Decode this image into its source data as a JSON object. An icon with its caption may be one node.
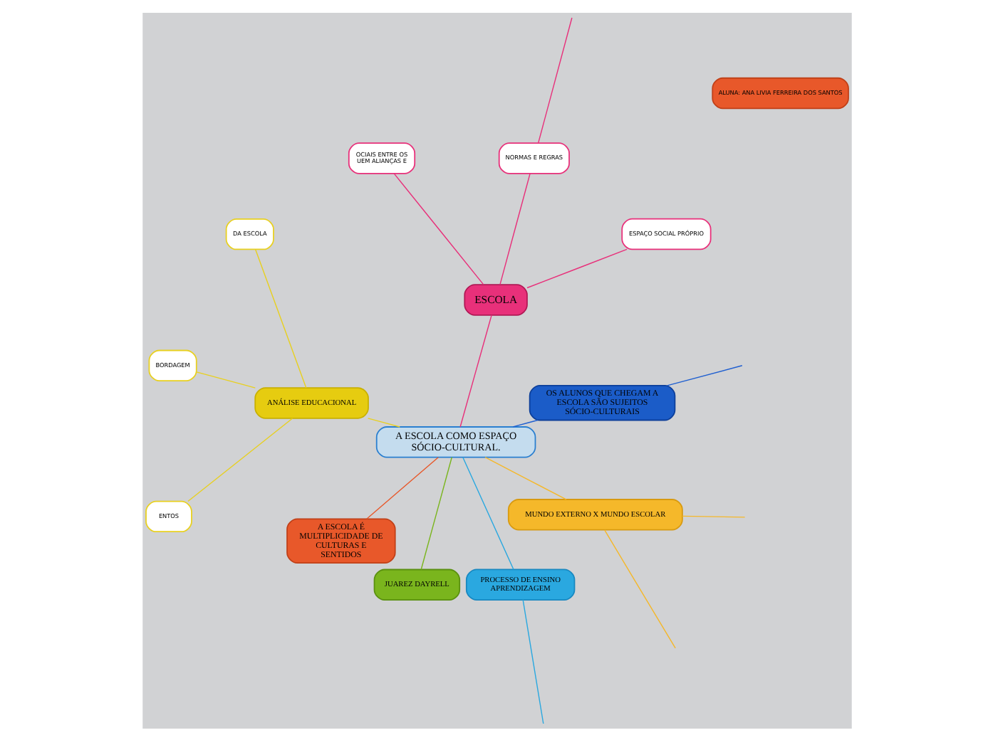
{
  "diagram": {
    "nodes": [
      {
        "text": [
          "A ESCOLA COMO ESPAÇO SÓCIO-CULTURAL."
        ]
      },
      {
        "text": [
          "OS ALUNOS QUE CHEGAM A ESCOLA SÃO SUJEITOS SÓCIO-CULTURAIS"
        ]
      },
      {
        "text": [
          "ESCOLA"
        ]
      },
      {
        "text": [
          "ESPAÇO SOCIAL PRÓPRIO"
        ]
      },
      {
        "text": [
          "NORMAS E REGRAS"
        ]
      },
      {
        "text": [
          "OCIAIS ENTRE OS UEM ALIANÇAS E"
        ]
      },
      {
        "text": [
          "ANÁLISE EDUCACIONAL"
        ]
      },
      {
        "text": [
          "DA ESCOLA"
        ]
      },
      {
        "text": [
          "BORDAGEM"
        ]
      },
      {
        "text": [
          "ENTOS"
        ]
      },
      {
        "text": [
          "A ESCOLA É MULTIPLICIDADE DE CULTURAS E SENTIDOS"
        ]
      },
      {
        "text": [
          "JUAREZ DAYRELL"
        ]
      },
      {
        "text": [
          "PROCESSO DE ENSINO APRENDIZAGEM"
        ]
      },
      {
        "text": [
          "ALUNA: ANA LIVIA FERREIRA DOS SANTOS"
        ]
      },
      {
        "text": [
          "MUNDO EXTERNO X MUNDO ESCOLAR"
        ]
      }
    ],
    "edges": [
      {
        "from": 0,
        "to": 1,
        "arrow": "none",
        "color": "#1f5fd0"
      },
      {
        "from": 1,
        "to": null,
        "arrow": "none",
        "color": "#1f5fd0"
      },
      {
        "from": 0,
        "to": 2,
        "arrow": "none",
        "color": "#e8307a"
      },
      {
        "from": 2,
        "to": 3,
        "arrow": "none",
        "color": "#e8307a"
      },
      {
        "from": 2,
        "to": 4,
        "arrow": "none",
        "color": "#e8307a"
      },
      {
        "from": 4,
        "to": null,
        "arrow": "none",
        "color": "#e8307a"
      },
      {
        "from": 2,
        "to": 5,
        "arrow": "none",
        "color": "#e8307a"
      },
      {
        "from": 0,
        "to": 6,
        "arrow": "none",
        "color": "#e8d020"
      },
      {
        "from": 6,
        "to": 7,
        "arrow": "none",
        "color": "#e8d020"
      },
      {
        "from": 6,
        "to": 8,
        "arrow": "none",
        "color": "#e8d020"
      },
      {
        "from": 6,
        "to": 9,
        "arrow": "none",
        "color": "#e8d020"
      },
      {
        "from": 0,
        "to": 10,
        "arrow": "none",
        "color": "#e8582a"
      },
      {
        "from": 0,
        "to": 11,
        "arrow": "none",
        "color": "#7ab51d"
      },
      {
        "from": 0,
        "to": 12,
        "arrow": "none",
        "color": "#2aa8e0"
      },
      {
        "from": 12,
        "to": null,
        "arrow": "none",
        "color": "#2aa8e0"
      },
      {
        "from": 0,
        "to": 14,
        "arrow": "none",
        "color": "#f5b82a"
      },
      {
        "from": 14,
        "to": null,
        "arrow": "none",
        "color": "#f5b82a"
      },
      {
        "from": 14,
        "to": null,
        "arrow": "none",
        "color": "#f5b82a"
      }
    ]
  }
}
